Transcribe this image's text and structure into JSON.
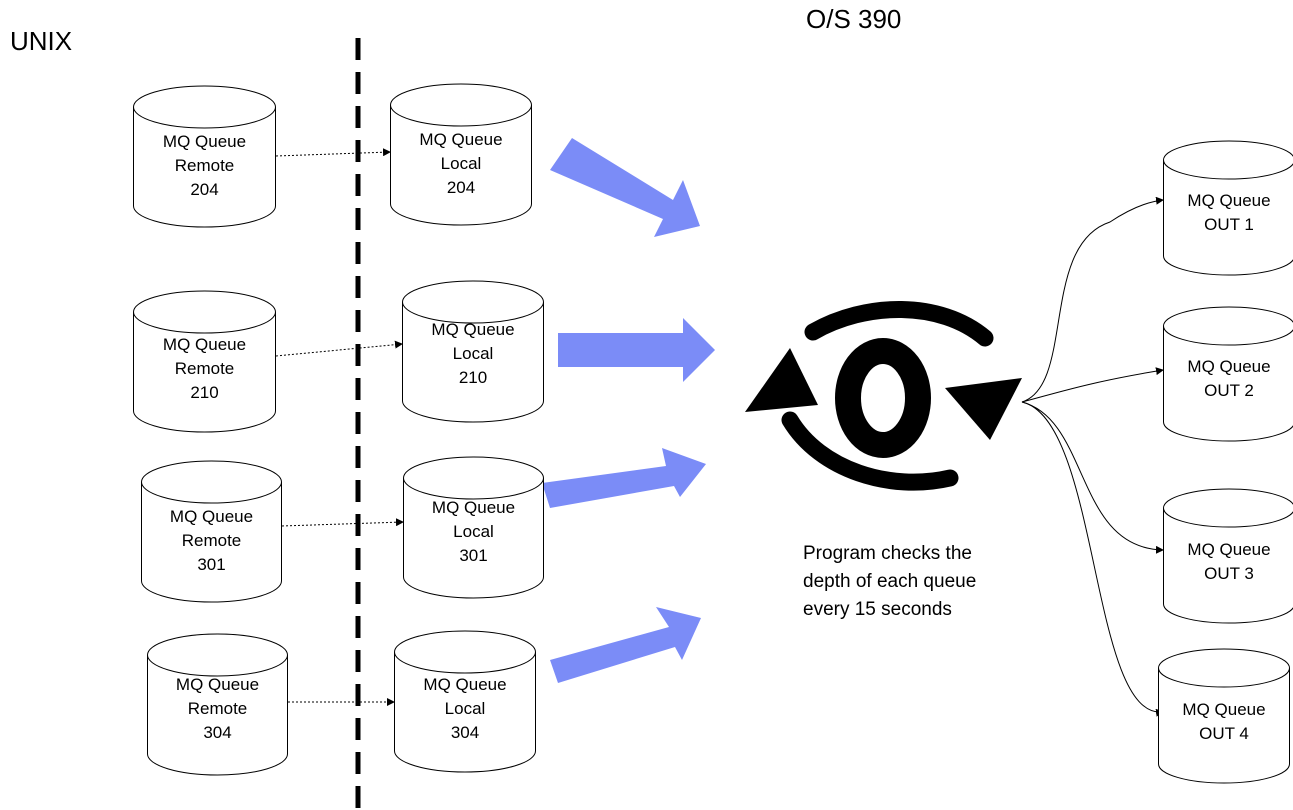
{
  "headings": {
    "unix": "UNIX",
    "os390": "O/S 390"
  },
  "remote_queues": [
    {
      "line1": "MQ Queue",
      "line2": "Remote",
      "line3": "204"
    },
    {
      "line1": "MQ Queue",
      "line2": "Remote",
      "line3": "210"
    },
    {
      "line1": "MQ Queue",
      "line2": "Remote",
      "line3": "301"
    },
    {
      "line1": "MQ Queue",
      "line2": "Remote",
      "line3": "304"
    }
  ],
  "local_queues": [
    {
      "line1": "MQ Queue",
      "line2": "Local",
      "line3": "204"
    },
    {
      "line1": "MQ Queue",
      "line2": "Local",
      "line3": "210"
    },
    {
      "line1": "MQ Queue",
      "line2": "Local",
      "line3": "301"
    },
    {
      "line1": "MQ Queue",
      "line2": "Local",
      "line3": "304"
    }
  ],
  "out_queues": [
    {
      "line1": "MQ Queue",
      "line2": "OUT 1"
    },
    {
      "line1": "MQ Queue",
      "line2": "OUT 2"
    },
    {
      "line1": "MQ Queue",
      "line2": "OUT 3"
    },
    {
      "line1": "MQ Queue",
      "line2": "OUT 4"
    }
  ],
  "note": "Program checks the depth of each queue every 15 seconds",
  "colors": {
    "flow_arrow": "#7b8cf7",
    "stroke": "#000000"
  },
  "icons": {
    "cycle": "cycle-loop-icon"
  }
}
